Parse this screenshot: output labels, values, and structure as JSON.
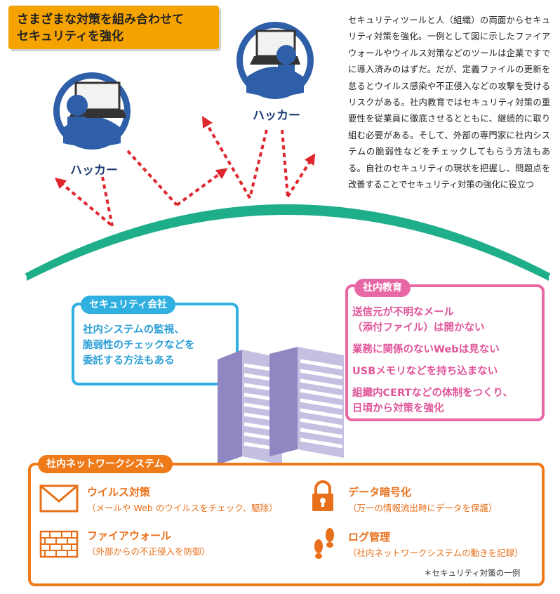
{
  "title": {
    "line1": "さまざまな対策を組み合わせて",
    "line2": "セキュリティを強化"
  },
  "body_text": "セキュリティツールと人（組織）の両面からセキュリティ対策を強化。一例として図に示したファイアウォールやウイルス対策などのツールは企業ですでに導入済みのはずだ。だが、定義ファイルの更新を怠るとウイルス感染や不正侵入などの攻撃を受けるリスクがある。社内教育ではセキュリティ対策の重要性を従業員に徹底させるとともに、継続的に取り組む必要がある。そして、外部の専門家に社内システムの脆弱性などをチェックしてもらう方法もある。自社のセキュリティの現状を把握し、問題点を改善することでセキュリティ対策の強化に役立つ",
  "hackers": [
    {
      "label": "ハッカー"
    },
    {
      "label": "ハッカー"
    }
  ],
  "security_company": {
    "tag": "セキュリティ会社",
    "lines": [
      "社内システムの監視、",
      "脆弱性のチェックなどを",
      "委託する方法もある"
    ]
  },
  "education": {
    "tag": "社内教育",
    "items": [
      "送信元が不明なメール",
      "（添付ファイル）は開かない",
      "業務に関係のないWebは見ない",
      "USBメモリなどを持ち込まない",
      "組織内CERTなどの体制をつくり、",
      "日頃から対策を強化"
    ]
  },
  "network": {
    "tag": "社内ネットワークシステム",
    "items": [
      {
        "icon": "envelope-icon",
        "title": "ウイルス対策",
        "sub": "（メールや Web のウイルスをチェック、駆除）"
      },
      {
        "icon": "brick-wall-icon",
        "title": "ファイアウォール",
        "sub": "（外部からの不正侵入を防御）"
      },
      {
        "icon": "padlock-icon",
        "title": "データ暗号化",
        "sub": "（万一の情報流出時にデータを保護）"
      },
      {
        "icon": "footprints-icon",
        "title": "ログ管理",
        "sub": "（社内ネットワークシステムの動きを記録）"
      }
    ],
    "footnote": "＊セキュリティ対策の一例"
  },
  "colors": {
    "title_bg": "#f5a300",
    "hacker_blue": "#2f5fa8",
    "dome_green": "#1fae8a",
    "arrow_red": "#e0262d",
    "security_blue": "#2fb0e0",
    "education_pink": "#e868a6",
    "network_orange": "#ef7a1a",
    "building_purple": "#a9a3cf"
  }
}
